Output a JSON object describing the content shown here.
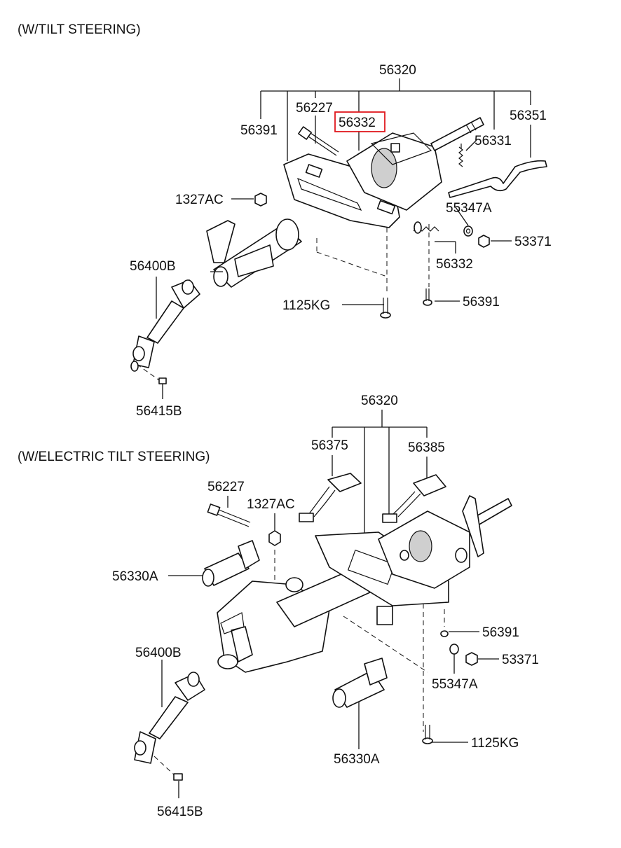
{
  "sections": {
    "tilt": "(W/TILT STEERING)",
    "electric": "(W/ELECTRIC TILT STEERING)"
  },
  "tilt_labels": {
    "p56320": "56320",
    "p56227": "56227",
    "p56332_highlight": "56332",
    "p56351": "56351",
    "p56391_a": "56391",
    "p56331": "56331",
    "p1327AC": "1327AC",
    "p55347A": "55347A",
    "p53371": "53371",
    "p56332": "56332",
    "p56400B": "56400B",
    "p1125KG": "1125KG",
    "p56391_b": "56391",
    "p56415B": "56415B"
  },
  "electric_labels": {
    "p56320": "56320",
    "p56375": "56375",
    "p56385": "56385",
    "p56227": "56227",
    "p1327AC": "1327AC",
    "p56330A_a": "56330A",
    "p56391": "56391",
    "p56400B": "56400B",
    "p53371": "53371",
    "p55347A": "55347A",
    "p1125KG": "1125KG",
    "p56330A_b": "56330A",
    "p56415B": "56415B"
  },
  "colors": {
    "highlight": "#e0181d",
    "ink": "#111111"
  }
}
